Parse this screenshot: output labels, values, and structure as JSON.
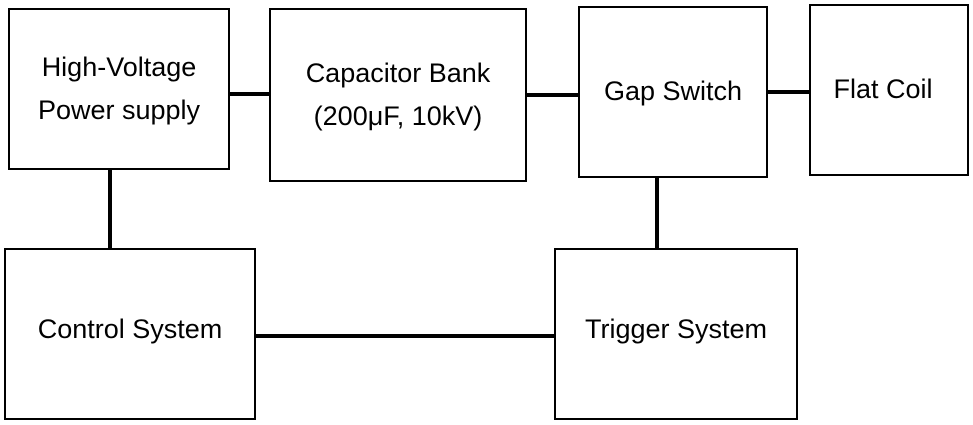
{
  "diagram": {
    "blocks": {
      "hv_supply": "High-Voltage\nPower supply",
      "capacitor_bank": "Capacitor Bank\n(200μF, 10kV)",
      "gap_switch": "Gap Switch",
      "flat_coil": "Flat Coil",
      "control_system": "Control System",
      "trigger_system": "Trigger System"
    },
    "connections": [
      [
        "hv_supply",
        "capacitor_bank"
      ],
      [
        "capacitor_bank",
        "gap_switch"
      ],
      [
        "gap_switch",
        "flat_coil"
      ],
      [
        "hv_supply",
        "control_system"
      ],
      [
        "gap_switch",
        "trigger_system"
      ],
      [
        "control_system",
        "trigger_system"
      ]
    ]
  }
}
